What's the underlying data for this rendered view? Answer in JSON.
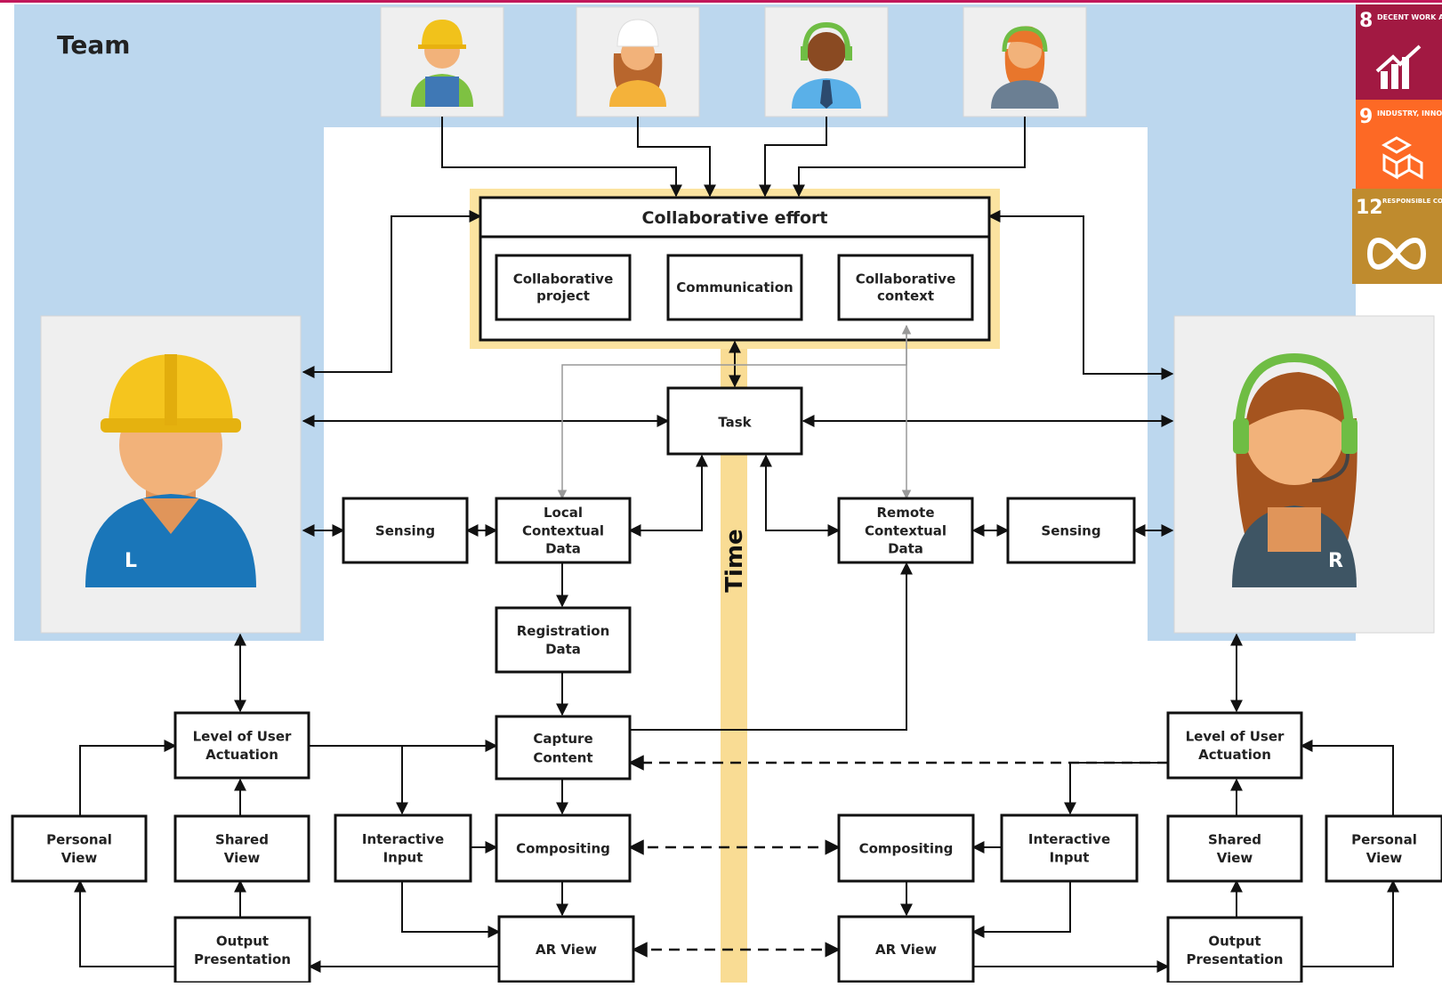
{
  "team_label": "Team",
  "time_label": "Time",
  "user_left_badge": "L",
  "user_right_badge": "R",
  "collab": {
    "title": "Collaborative effort",
    "project": [
      "Collaborative",
      "project"
    ],
    "communication": [
      "Communication"
    ],
    "context": [
      "Collaborative",
      "context"
    ]
  },
  "nodes": {
    "task": [
      "Task"
    ],
    "sensing_left": [
      "Sensing"
    ],
    "local_data": [
      "Local",
      "Contextual",
      "Data"
    ],
    "remote_data": [
      "Remote",
      "Contextual",
      "Data"
    ],
    "sensing_right": [
      "Sensing"
    ],
    "registration": [
      "Registration",
      "Data"
    ],
    "capture": [
      "Capture",
      "Content"
    ],
    "level_left": [
      "Level of User",
      "Actuation"
    ],
    "level_right": [
      "Level of User",
      "Actuation"
    ],
    "personal_left": [
      "Personal",
      "View"
    ],
    "shared_left": [
      "Shared",
      "View"
    ],
    "interactive_left": [
      "Interactive",
      "Input"
    ],
    "compositing_left": [
      "Compositing"
    ],
    "compositing_right": [
      "Compositing"
    ],
    "interactive_right": [
      "Interactive",
      "Input"
    ],
    "shared_right": [
      "Shared",
      "View"
    ],
    "personal_right": [
      "Personal",
      "View"
    ],
    "output_left": [
      "Output",
      "Presentation"
    ],
    "arview_left": [
      "AR View"
    ],
    "arview_right": [
      "AR View"
    ],
    "output_right": [
      "Output",
      "Presentation"
    ]
  },
  "sdg": [
    {
      "number": "8",
      "title": "DECENT WORK AND ECONOMIC GROWTH",
      "color": "#A21942",
      "icon": "growth-chart-icon"
    },
    {
      "number": "9",
      "title": "INDUSTRY, INNOVATION AND INFRASTRUCTURE",
      "color": "#FD6925",
      "icon": "cubes-icon"
    },
    {
      "number": "12",
      "title": "RESPONSIBLE CONSUMPTION AND PRODUCTION",
      "color": "#BF8B2E",
      "icon": "infinity-icon"
    }
  ],
  "colors": {
    "team_bg": "#bcd7ee",
    "time_band": "#f9dc94",
    "collab_glow": "#fbe3a0",
    "top_border": "#c2185b"
  }
}
